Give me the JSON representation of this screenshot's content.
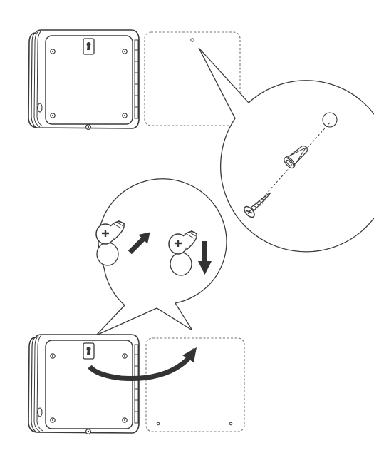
{
  "diagram": {
    "type": "wall-mount-installation-illustration",
    "text_labels": [],
    "steps": [
      {
        "name": "mark-and-drill",
        "parts": [
          "controller-back-panel",
          "wall-template-outline",
          "drill-hole-mark",
          "wall-anchor",
          "screw"
        ]
      },
      {
        "name": "hang-controller",
        "parts": [
          "controller-back-panel",
          "wall-template-outline",
          "keyhole-slot",
          "screw",
          "up-arrow",
          "down-arrow",
          "curved-arrow"
        ]
      }
    ],
    "colors": {
      "line": "#3a3a3a",
      "dashed_outline": "#777777",
      "arrow_fill": "#333333",
      "fill": "#ffffff"
    },
    "icons": [
      "keyhole-icon",
      "screw-icon",
      "wall-anchor-icon",
      "arrow-up-icon",
      "arrow-down-icon",
      "curved-arrow-icon"
    ]
  }
}
